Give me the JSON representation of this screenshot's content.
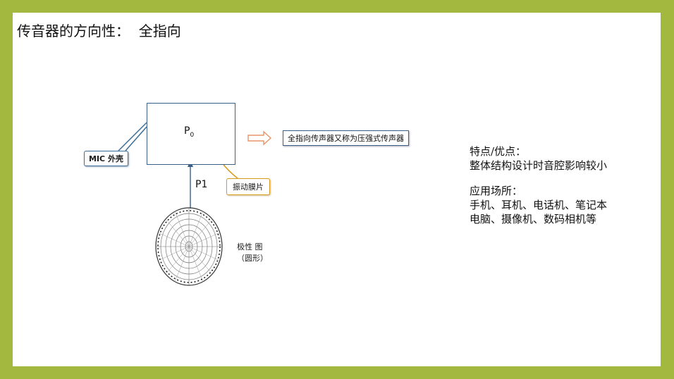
{
  "slide": {
    "title": "传音器的方向性：  全指向"
  },
  "diagram": {
    "p0_main": "P",
    "p0_sub": "0",
    "p1": "P1",
    "mic_label": "MIC 外壳",
    "membrane_label": "振动膜片",
    "description": "全指向传声器又称为压强式传声器",
    "polar_label_line1": "极性 图",
    "polar_label_line2": "（圆形）"
  },
  "features": {
    "heading": "特点/优点：",
    "advantage": "整体结构设计时音腔影响较小",
    "uses_heading": "应用场所：",
    "uses_line1": "手机、耳机、电话机、笔记本",
    "uses_line2": "电脑、摄像机、数码相机等"
  },
  "colors": {
    "frame": "#a3b83f",
    "box_border": "#3b5f87",
    "membrane": "#e8a317",
    "arrow": "#e8a36a"
  }
}
